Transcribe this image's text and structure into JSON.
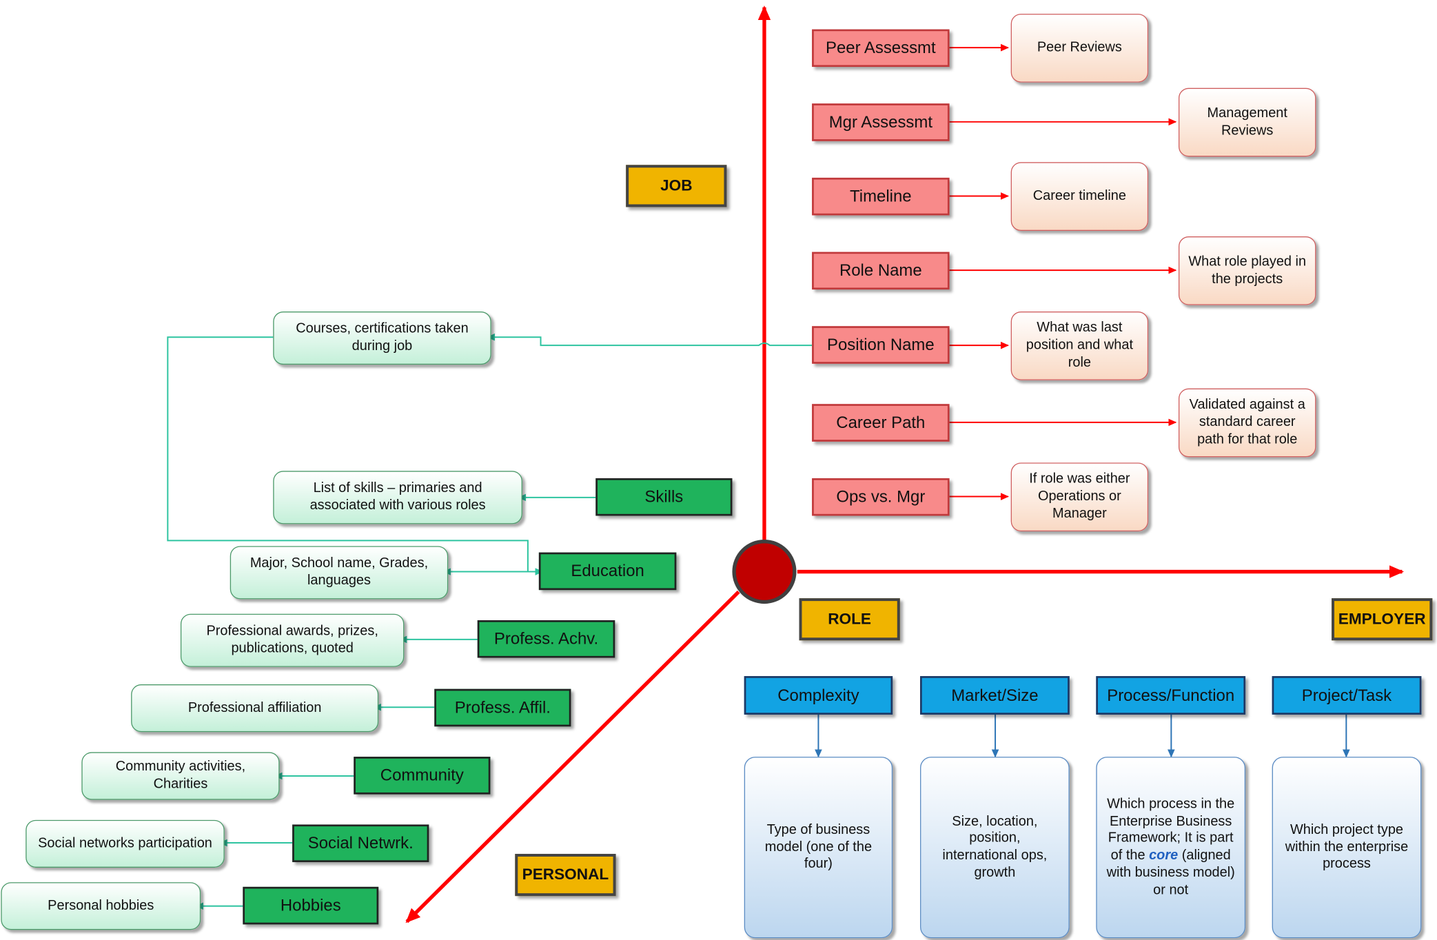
{
  "axes": {
    "job": "JOB",
    "role": "ROLE",
    "employer": "EMPLOYER",
    "personal": "PERSONAL"
  },
  "job_nodes": [
    {
      "label": "Peer Assessmt",
      "desc": "Peer Reviews"
    },
    {
      "label": "Mgr Assessmt",
      "desc": "Management Reviews"
    },
    {
      "label": "Timeline",
      "desc": "Career timeline"
    },
    {
      "label": "Role Name",
      "desc": "What role played in the projects"
    },
    {
      "label": "Position Name",
      "desc": "What was last position and what role"
    },
    {
      "label": "Career Path",
      "desc": "Validated against a standard career path for that role"
    },
    {
      "label": "Ops vs. Mgr",
      "desc": "If role was either Operations or Manager"
    }
  ],
  "courses_note": "Courses, certifications taken during job",
  "personal_nodes": [
    {
      "label": "Skills",
      "desc": "List of skills – primaries and associated with various roles"
    },
    {
      "label": "Education",
      "desc": "Major, School name, Grades, languages"
    },
    {
      "label": "Profess. Achv.",
      "desc": "Professional awards, prizes, publications, quoted"
    },
    {
      "label": "Profess. Affil.",
      "desc": "Professional affiliation"
    },
    {
      "label": "Community",
      "desc": "Community activities, Charities"
    },
    {
      "label": "Social Netwrk.",
      "desc": "Social networks participation"
    },
    {
      "label": "Hobbies",
      "desc": "Personal hobbies"
    }
  ],
  "employer_nodes": [
    {
      "label": "Complexity",
      "desc": "Type of business model (one of the four)"
    },
    {
      "label": "Market/Size",
      "desc": "Size, location, position, international ops, growth"
    },
    {
      "label": "Process/Function",
      "desc_before": "Which process in the Enterprise Business Framework; It is part of the ",
      "desc_em": "core",
      "desc_after": " (aligned with business model) or not"
    },
    {
      "label": "Project/Task",
      "desc": "Which project type within the enterprise process"
    }
  ],
  "colors": {
    "axis": "#ff0000",
    "center": "#c00000",
    "job_arrow": "#ff0000",
    "green_arrow": "#2ec4a0",
    "blue_arrow": "#2e75b6"
  }
}
